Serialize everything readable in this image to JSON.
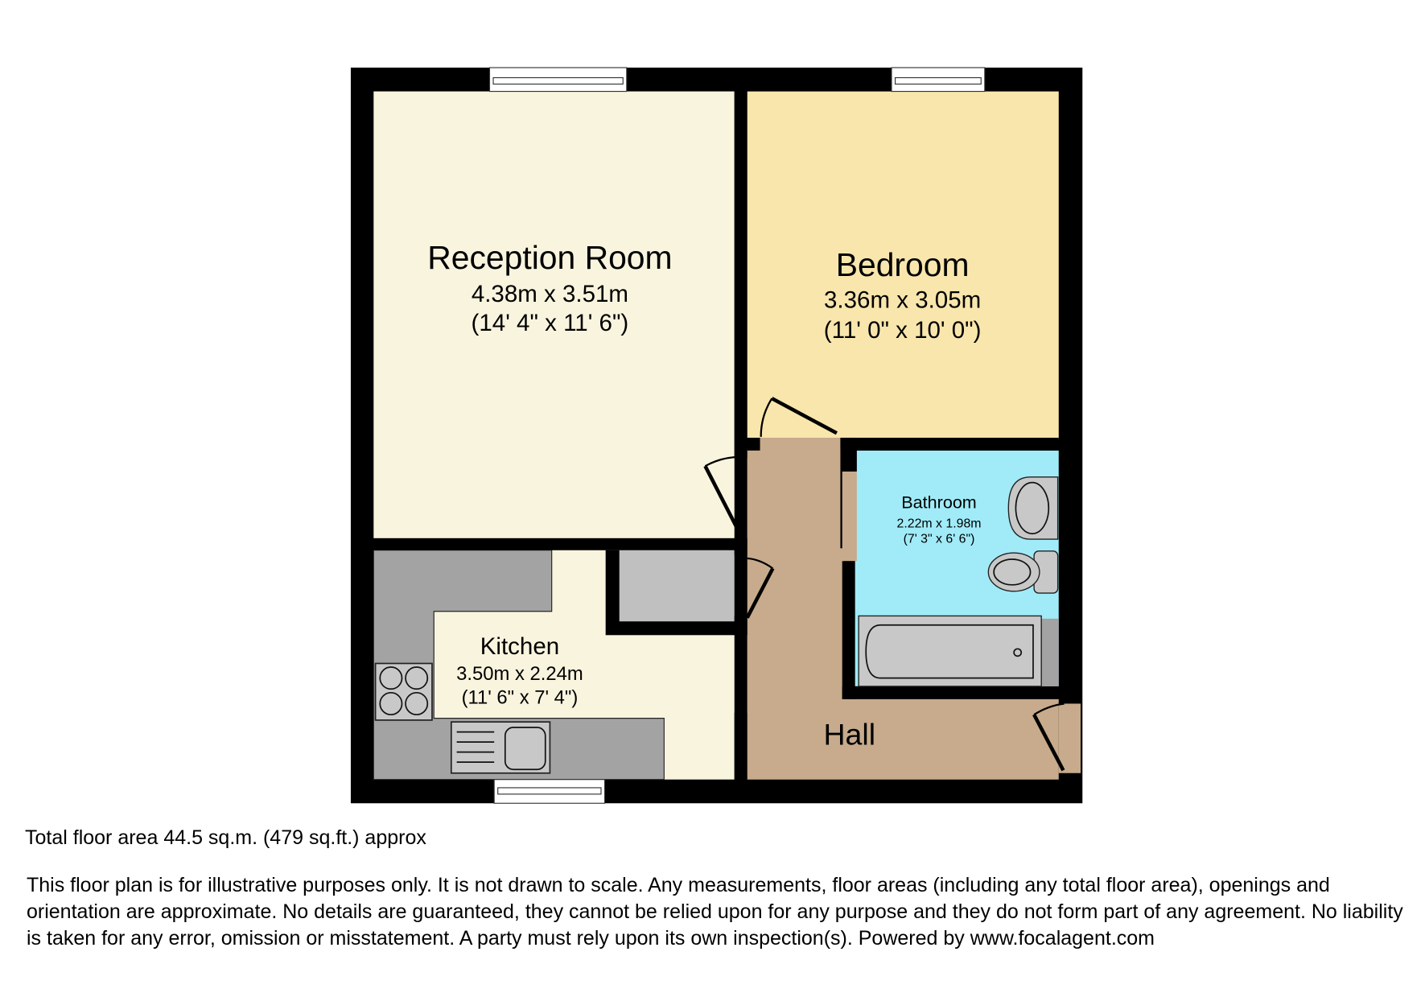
{
  "floorplan": {
    "rooms": [
      {
        "id": "reception",
        "name": "Reception Room",
        "metric": "4.38m x 3.51m",
        "imperial": "(14' 4\" x 11' 6\")",
        "color": "#f9f4de"
      },
      {
        "id": "bedroom",
        "name": "Bedroom",
        "metric": "3.36m x 3.05m",
        "imperial": "(11' 0\" x 10' 0\")",
        "color": "#f8e6ad"
      },
      {
        "id": "bathroom",
        "name": "Bathroom",
        "metric": "2.22m x 1.98m",
        "imperial": "(7' 3\" x 6' 6\")",
        "color": "#a0ebf7"
      },
      {
        "id": "kitchen",
        "name": "Kitchen",
        "metric": "3.50m x 2.24m",
        "imperial": "(11' 6\" x 7' 4\")",
        "color": "#f9f4de"
      },
      {
        "id": "hall",
        "name": "Hall",
        "color": "#c7ab8c"
      }
    ],
    "colors": {
      "wall": "#000000",
      "worktop": "#a3a3a3",
      "fixture": "#c8c8c8",
      "cupboard": "#c0c0c0"
    }
  },
  "footer": {
    "total_area": "Total floor area 44.5 sq.m. (479 sq.ft.) approx",
    "disclaimer": "This floor plan is for illustrative purposes only. It is not drawn to scale. Any measurements, floor areas (including any total floor area), openings and orientation are approximate. No details are guaranteed, they cannot be relied upon for any purpose and they do not form part of any agreement. No liability is taken for any error, omission or misstatement. A party must rely upon its own inspection(s). Powered by www.focalagent.com"
  }
}
